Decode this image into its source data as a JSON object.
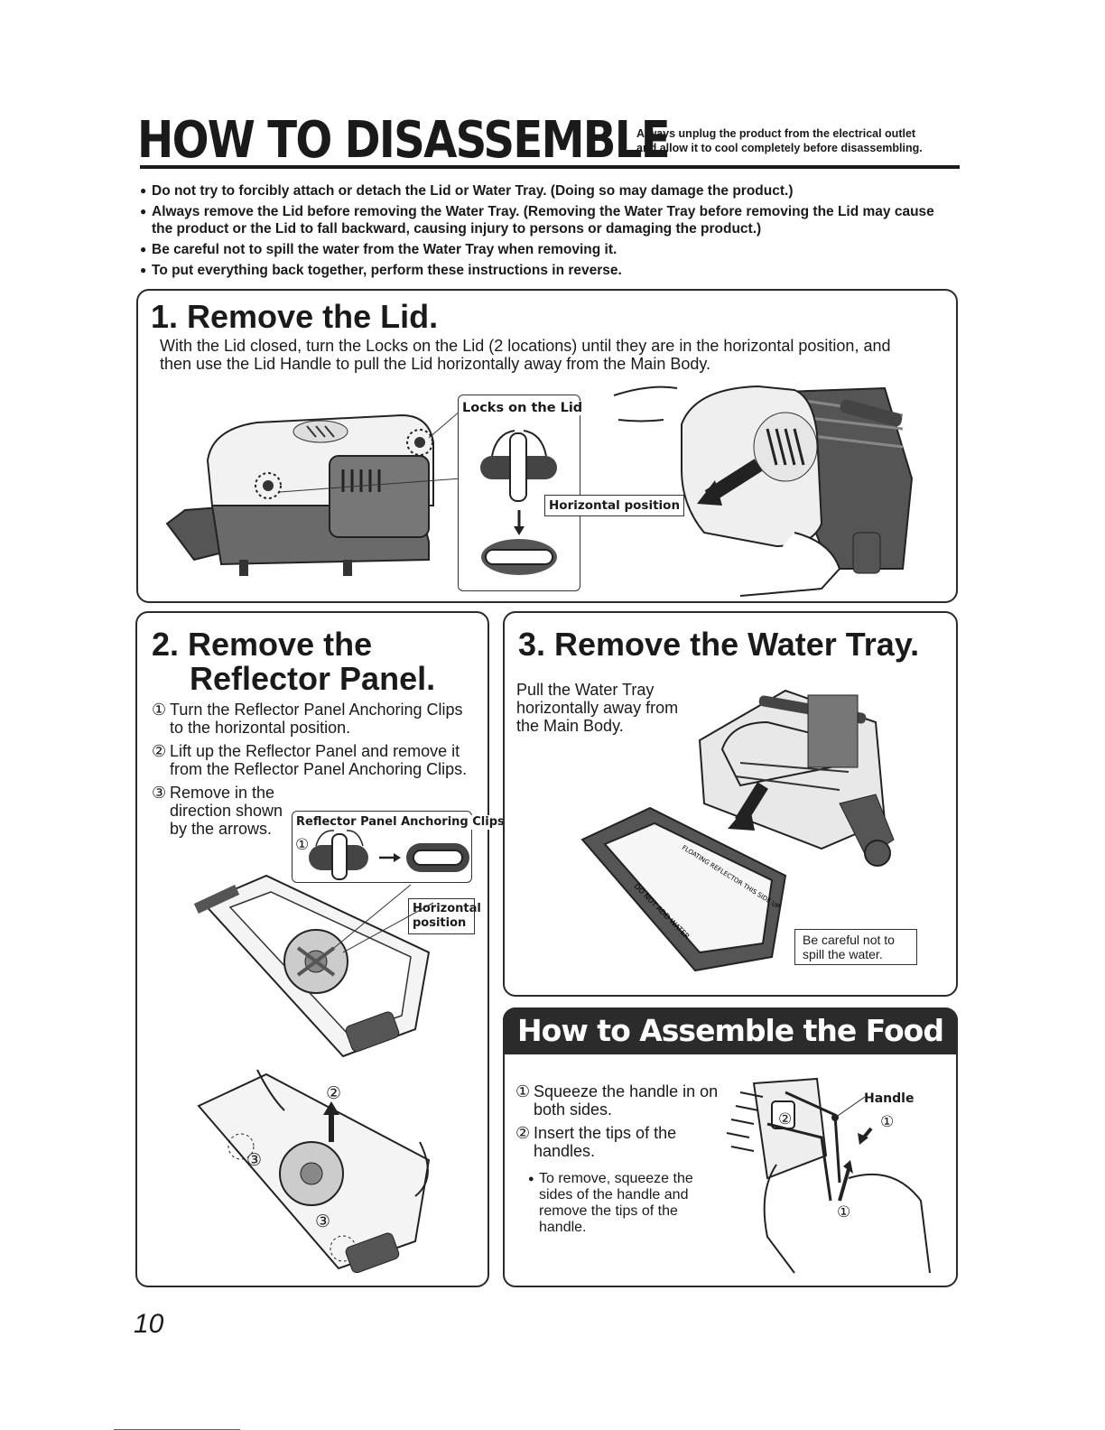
{
  "header": {
    "title": "HOW TO DISASSEMBLE",
    "note_line1": "Always unplug the product from the electrical outlet",
    "note_line2": "and allow it to cool completely before disassembling."
  },
  "warnings": [
    "Do not try to forcibly attach or detach the Lid or Water Tray. (Doing so may damage the product.)",
    "Always remove the Lid before removing the Water Tray. (Removing the Water Tray before removing the Lid may cause the product or the Lid to fall backward, causing injury to persons or damaging the product.)",
    "Be careful not to spill the water from the Water Tray when removing it.",
    "To put everything back together, perform these instructions in reverse."
  ],
  "step1": {
    "title": "1. Remove the Lid.",
    "text": "With the Lid closed, turn the Locks on the Lid (2 locations) until they are in the horizontal position, and then use the Lid Handle to pull the Lid horizontally away from the Main Body.",
    "locks_label": "Locks on the Lid",
    "horizontal_label": "Horizontal position"
  },
  "step2": {
    "title_line1": "2. Remove the",
    "title_line2": "Reflector Panel.",
    "items": [
      {
        "num": "①",
        "text": "Turn the Reflector Panel Anchoring Clips to the horizontal position."
      },
      {
        "num": "②",
        "text": "Lift up the Reflector Panel and remove it from the Reflector Panel Anchoring Clips."
      },
      {
        "num": "③",
        "text": "Remove in the direction shown by the arrows."
      }
    ],
    "clips_label": "Reflector Panel Anchoring Clips",
    "clip_step": "①",
    "horizontal_label": "Horizontal position",
    "marker_2": "②",
    "marker_3a": "③",
    "marker_3b": "③"
  },
  "step3": {
    "title": "3. Remove the Water Tray.",
    "text": "Pull the Water Tray horizontally away from the Main Body.",
    "caution": "Be careful not to spill the water.",
    "tray_print_1": "FLOATING REFLECTOR THIS SIDE UP",
    "tray_print_2": "DO NOT ADD WATER"
  },
  "assemble": {
    "banner": "How to Assemble the Food Server",
    "items": [
      {
        "num": "①",
        "text": "Squeeze the handle in on both sides."
      },
      {
        "num": "②",
        "text": "Insert the tips of the handles."
      }
    ],
    "note": "To remove, squeeze the sides of the handle and remove the tips of the handle.",
    "handle_label": "Handle",
    "marker_1a": "①",
    "marker_1b": "①",
    "marker_2": "②"
  },
  "page_number": "10"
}
